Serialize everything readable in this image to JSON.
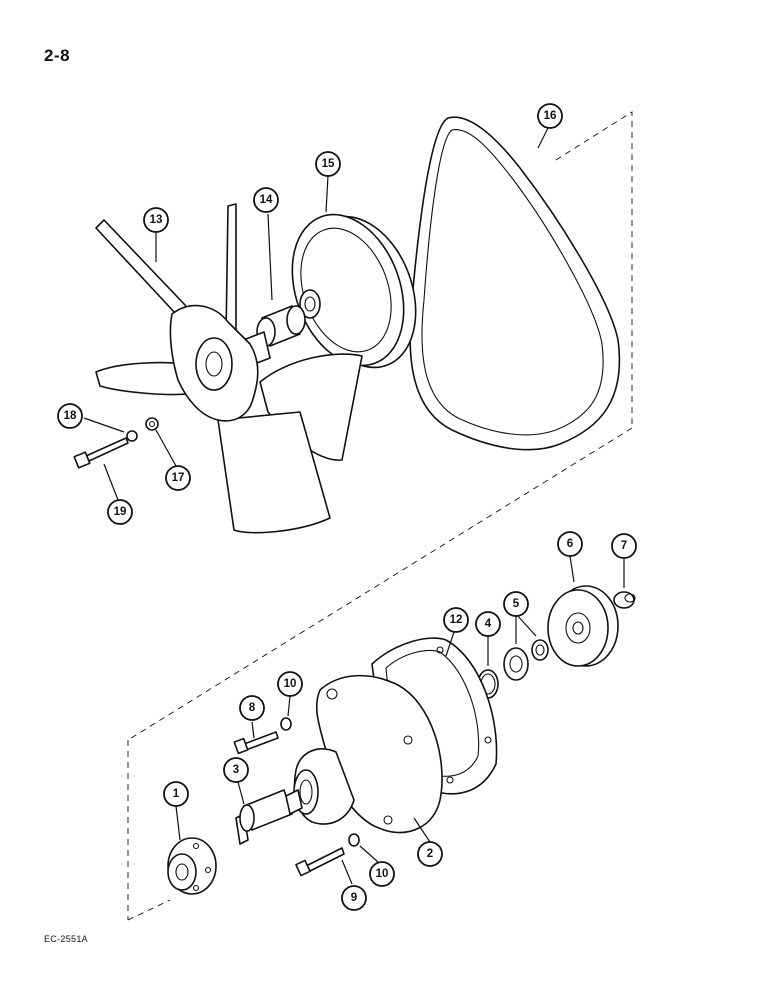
{
  "page": {
    "page_number": "2-8",
    "reference_code": "EC-2551A"
  },
  "callouts": [
    {
      "key": "c1",
      "label": "1"
    },
    {
      "key": "c2",
      "label": "2"
    },
    {
      "key": "c3",
      "label": "3"
    },
    {
      "key": "c4",
      "label": "4"
    },
    {
      "key": "c5",
      "label": "5"
    },
    {
      "key": "c6",
      "label": "6"
    },
    {
      "key": "c7",
      "label": "7"
    },
    {
      "key": "c8",
      "label": "8"
    },
    {
      "key": "c9",
      "label": "9"
    },
    {
      "key": "c10a",
      "label": "10"
    },
    {
      "key": "c10b",
      "label": "10"
    },
    {
      "key": "c12",
      "label": "12"
    },
    {
      "key": "c13",
      "label": "13"
    },
    {
      "key": "c14",
      "label": "14"
    },
    {
      "key": "c15",
      "label": "15"
    },
    {
      "key": "c16",
      "label": "16"
    },
    {
      "key": "c17",
      "label": "17"
    },
    {
      "key": "c18",
      "label": "18"
    },
    {
      "key": "c19",
      "label": "19"
    }
  ]
}
